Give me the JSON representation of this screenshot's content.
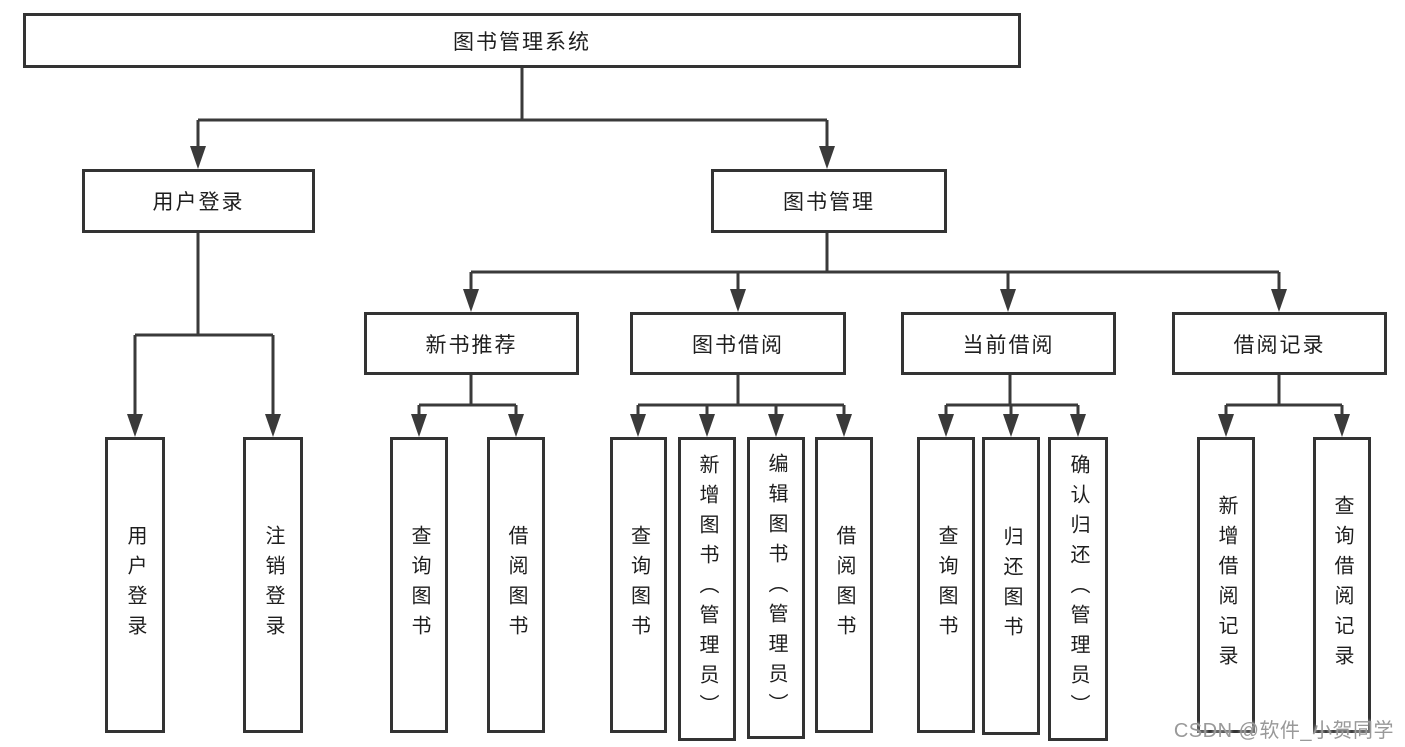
{
  "tree": {
    "root": {
      "label": "图书管理系统"
    },
    "level2": [
      {
        "label": "用户登录",
        "children": [
          {
            "label": "用户登录"
          },
          {
            "label": "注销登录"
          }
        ]
      },
      {
        "label": "图书管理",
        "children": [
          {
            "label": "新书推荐",
            "children": [
              {
                "label": "查询图书"
              },
              {
                "label": "借阅图书"
              }
            ]
          },
          {
            "label": "图书借阅",
            "children": [
              {
                "label": "查询图书"
              },
              {
                "label": "新增图书（管理员）"
              },
              {
                "label": "编辑图书（管理员）"
              },
              {
                "label": "借阅图书"
              }
            ]
          },
          {
            "label": "当前借阅",
            "children": [
              {
                "label": "查询图书"
              },
              {
                "label": "归还图书"
              },
              {
                "label": "确认归还（管理员）"
              }
            ]
          },
          {
            "label": "借阅记录",
            "children": [
              {
                "label": "新增借阅记录"
              },
              {
                "label": "查询借阅记录"
              }
            ]
          }
        ]
      }
    ]
  },
  "watermark": {
    "text": "CSDN @软件_小贺同学"
  },
  "colors": {
    "line": "#3a3a3a",
    "box_border": "#333333",
    "text": "#1e1e1e",
    "watermark_text": "#999999",
    "background": "#ffffff"
  }
}
